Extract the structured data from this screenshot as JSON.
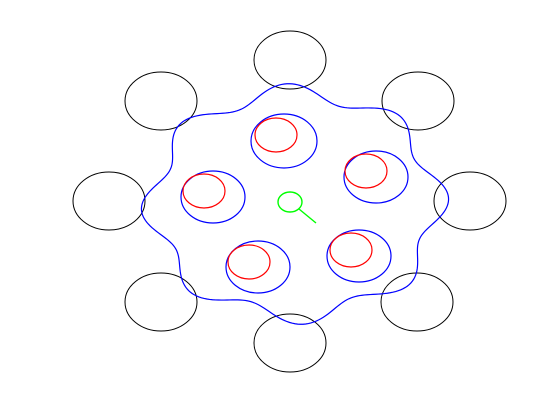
{
  "diagram": {
    "colors": {
      "background": "#ffffff",
      "outer_circles": "#000000",
      "blob_outline": "#0000ff",
      "inner_blue_circles": "#0000ff",
      "inner_red_circles": "#ff0000",
      "center_lens": "#00ff00"
    },
    "counts": {
      "outer_circles": 8,
      "inner_circle_pairs": 5,
      "blob_lobes": 8
    },
    "center_glyph": "magnifier-icon"
  }
}
